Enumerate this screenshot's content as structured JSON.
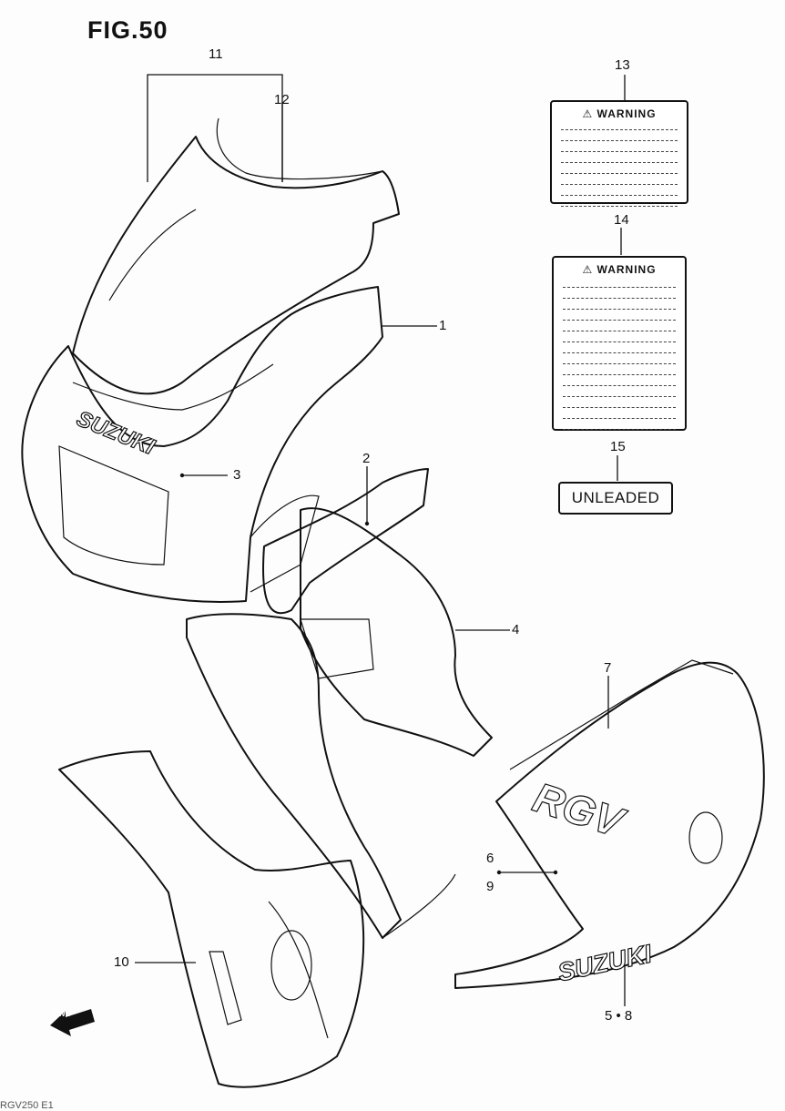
{
  "figure": {
    "title": "FIG.50"
  },
  "callouts": {
    "c1": "1",
    "c2": "2",
    "c3": "3",
    "c4": "4",
    "c5_8": "5 • 8",
    "c6": "6",
    "c9": "9",
    "c7": "7",
    "c10": "10",
    "c11": "11",
    "c12": "12",
    "c13": "13",
    "c14": "14",
    "c15": "15"
  },
  "decals": {
    "warning_13": "WARNING",
    "warning_14": "WARNING",
    "unleaded": "UNLEADED",
    "cowl_logo": "SUZUKI",
    "lower_logo": "SUZUKI",
    "rgv_logo": "RGV"
  },
  "fwd_arrow": "FWD",
  "footer": "RGV250 E1"
}
